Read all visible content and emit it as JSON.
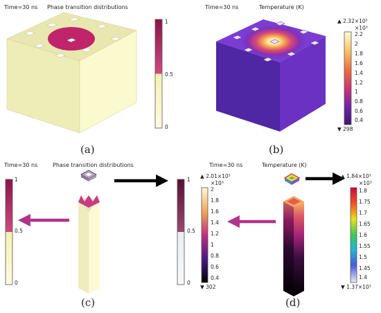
{
  "panel_a": {
    "time": "Time=30 ns",
    "title": "Phase transition distributions",
    "colorbar_ticks": [
      "1",
      "0.5",
      "0"
    ],
    "caption": "(a)",
    "colors": {
      "top": "#7a1040",
      "bottom": "#fbf8cc"
    }
  },
  "panel_b": {
    "title": "Temperature (K)",
    "max_label": "▲ 2.32×10³",
    "exp_label": "×10³",
    "colorbar_ticks": [
      "2.2",
      "2",
      "1.8",
      "1.6",
      "1.4",
      "1.2",
      "1",
      "0.8",
      "0.6",
      "0.4"
    ],
    "min_label": "▼ 298",
    "caption": "(b)"
  },
  "panel_c": {
    "time": "Time=30 ns",
    "title": "Phase transition distributions",
    "left_bar_ticks": [
      "1",
      "0.5",
      "0"
    ],
    "right_bar_ticks": [
      "1",
      "0.5",
      "0"
    ],
    "caption": "(c)"
  },
  "panel_d": {
    "time": "Time=30 ns",
    "title": "Temperature (K)",
    "left_max": "▲ 2.01×10³",
    "left_exp": "×10³",
    "left_ticks": [
      "2",
      "1.8",
      "1.6",
      "1.4",
      "1.2",
      "1",
      "0.8",
      "0.6",
      "0.4"
    ],
    "left_min": "▼ 302",
    "right_max": "▲ 1.84×10³",
    "right_exp": "×10³",
    "right_ticks": [
      "1.8",
      "1.75",
      "1.7",
      "1.65",
      "1.6",
      "1.55",
      "1.5",
      "1.45",
      "1.4"
    ],
    "right_min": "▼ 1.37×10³",
    "caption": "(d)"
  }
}
